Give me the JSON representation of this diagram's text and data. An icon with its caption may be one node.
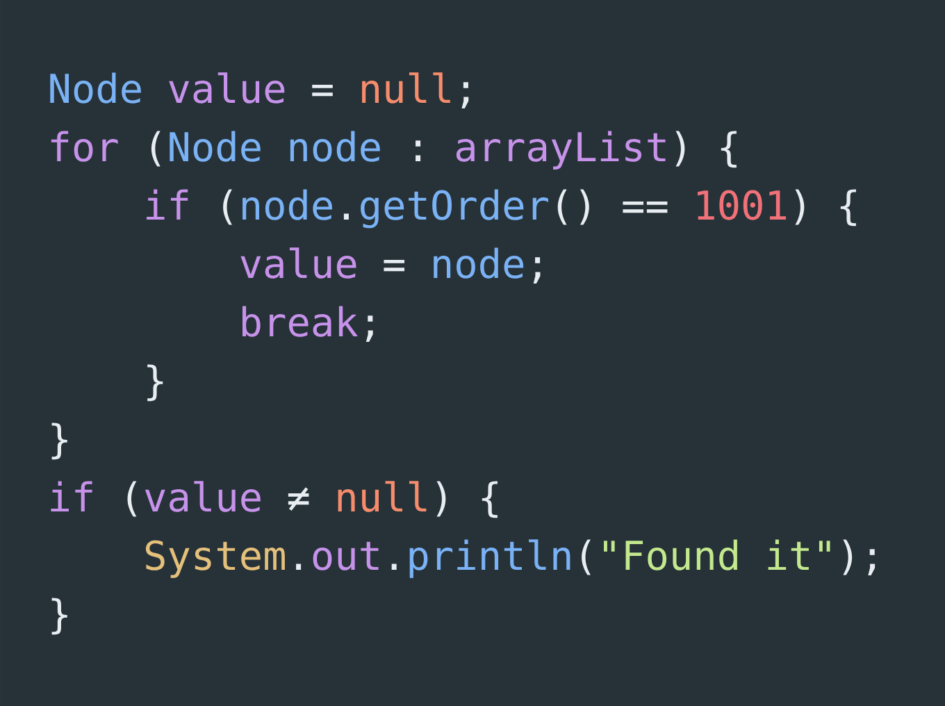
{
  "diagram": {
    "labels": [
      "Node",
      "value",
      "=",
      "null",
      ";",
      "for",
      "(",
      "Node",
      "node",
      ":",
      "arrayList",
      ") {",
      "if",
      "(",
      "node",
      ".",
      "getOrder",
      "()",
      "==",
      "1001",
      ") {",
      "value",
      "=",
      "node",
      ";",
      "break",
      ";",
      "}",
      "}",
      "if",
      "(",
      "value",
      "≠",
      "null",
      ") {",
      "System",
      ".",
      "out",
      ".",
      "println",
      "(",
      "\"Found it\"",
      ");",
      "}"
    ]
  }
}
